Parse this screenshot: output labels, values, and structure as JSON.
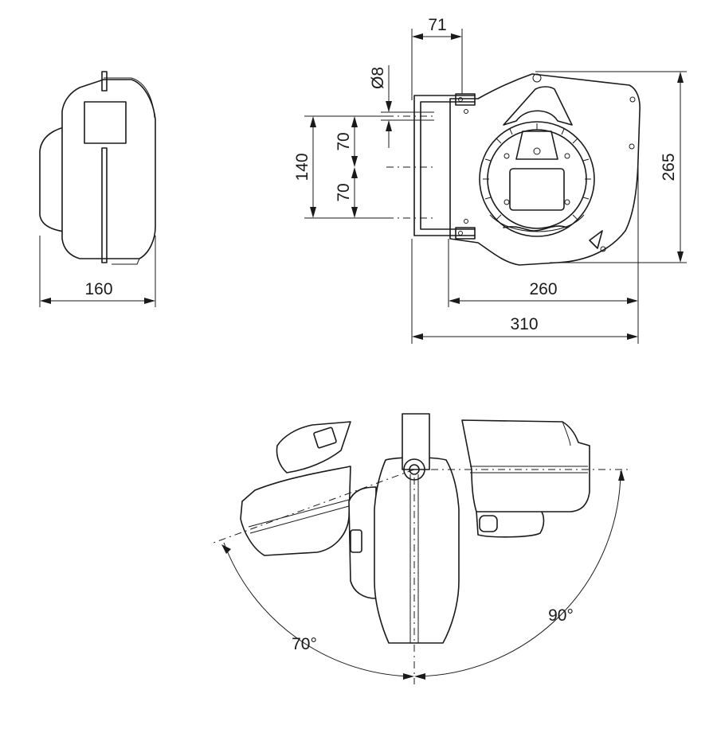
{
  "dimensions": {
    "width_side": "160",
    "offset_top": "71",
    "hole": "Ø8",
    "spacing_total": "140",
    "spacing_upper": "70",
    "spacing_lower": "70",
    "height": "265",
    "depth_body": "260",
    "depth_total": "310"
  },
  "angles": {
    "left": "70°",
    "right": "90°"
  },
  "colors": {
    "line": "#1a1a1a",
    "background": "#ffffff"
  }
}
